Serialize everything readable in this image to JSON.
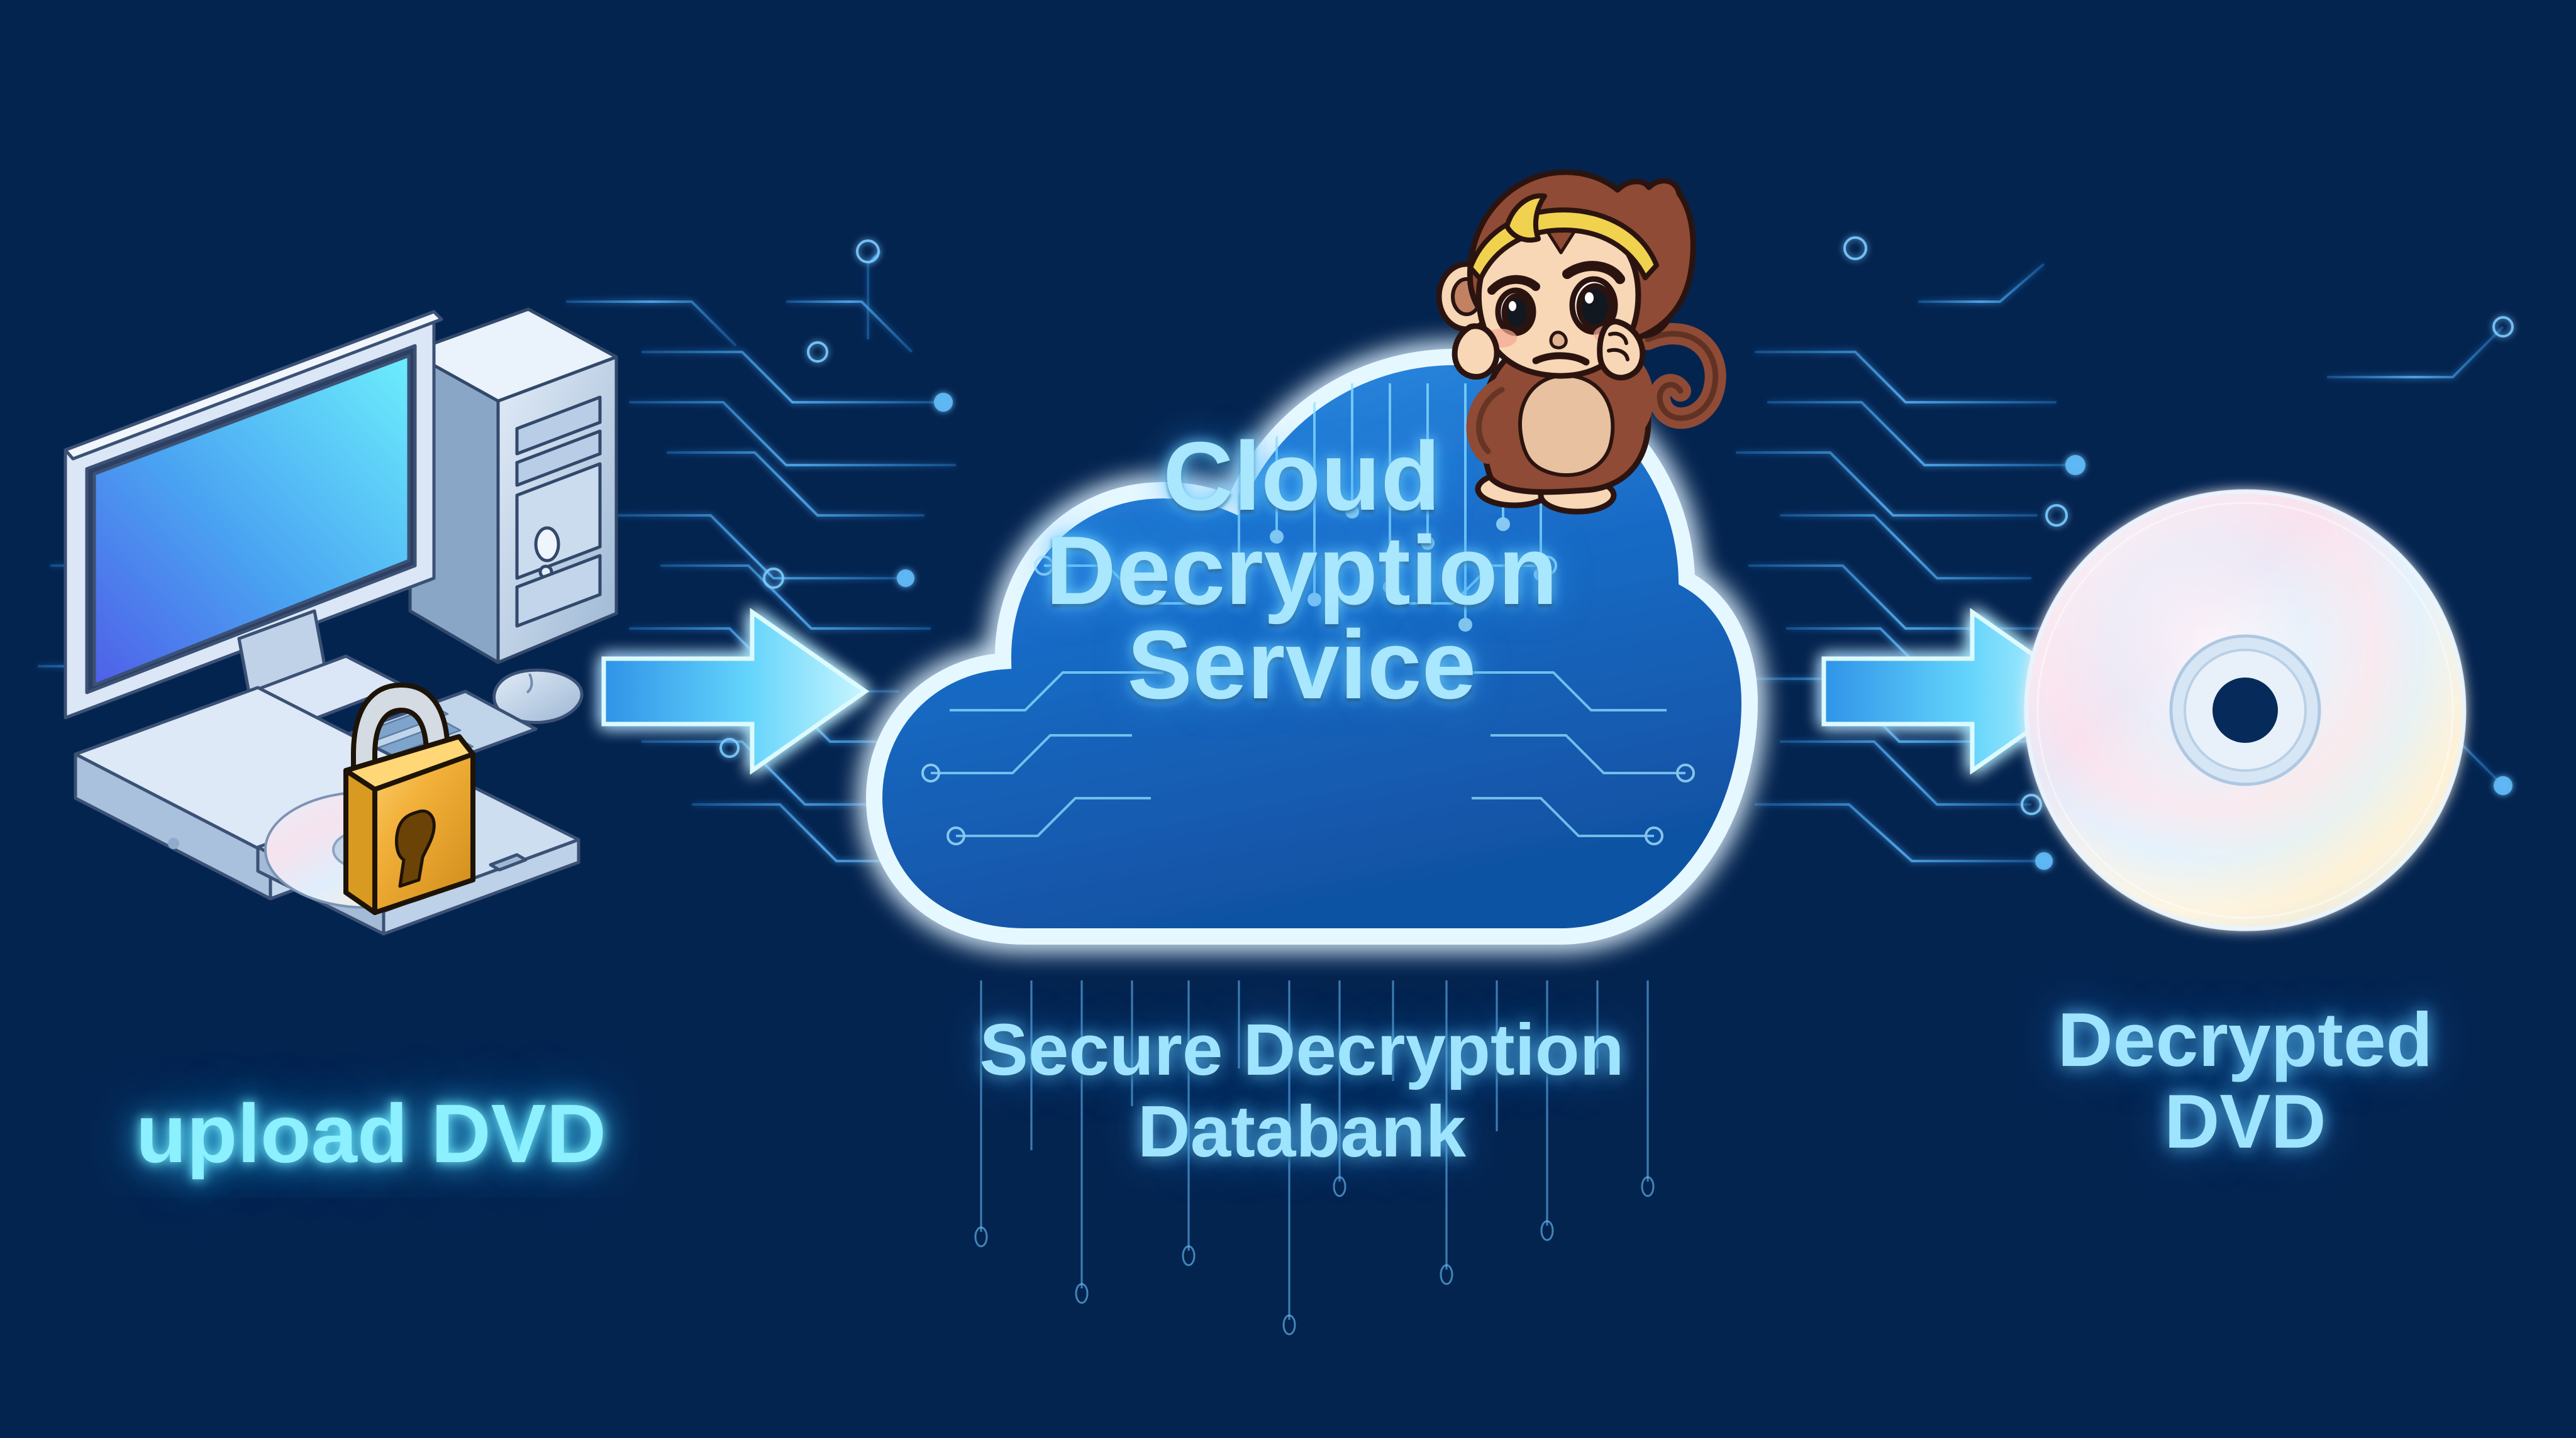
{
  "scene": {
    "title": "Cloud Decryption Service Flow Diagram",
    "background_color": "#042450",
    "accent_cyan": "#8cf0ff",
    "accent_blue": "#2aa7f0",
    "text_glow_color": "#a9e7ff"
  },
  "cloud": {
    "title_line1": "Cloud",
    "title_line2": "Decryption",
    "title_line3": "Service",
    "outline_color": "#d8f3ff",
    "fill_color": "#1766c4"
  },
  "captions": {
    "left": "upload DVD",
    "center_line1": "Secure Decryption",
    "center_line2": "Databank",
    "right_line1": "Decrypted",
    "right_line2": "DVD"
  },
  "icons": {
    "monitor": "monitor-icon",
    "tower": "computer-tower-icon",
    "keyboard": "keyboard-icon",
    "mouse": "mouse-icon",
    "optical_drive": "optical-drive-icon",
    "padlock": "padlock-icon",
    "disc_locked": "locked-dvd-disc-icon",
    "disc_decrypted": "decrypted-dvd-disc-icon",
    "arrow_left": "arrow-right-icon",
    "arrow_right": "arrow-right-icon",
    "monkey": "thinking-monkey-mascot",
    "crown": "golden-circlet-icon",
    "cloud": "cloud-shape-icon"
  },
  "colors": {
    "padlock_gold": "#f0b93c",
    "padlock_shackle": "#cfd6dd",
    "monkey_fur": "#8f4b35",
    "monkey_skin": "#f7d7b5",
    "crown_gold": "#f0d24e",
    "disc_silver": "#dfe9f2",
    "hardware_body": "#c6d7ea"
  },
  "chart_data": {
    "type": "flow",
    "title": "Cloud Decryption Service Flow Diagram",
    "nodes": [
      {
        "id": "upload",
        "label": "upload DVD",
        "x": 0.14,
        "y": 0.55
      },
      {
        "id": "cloud",
        "label": "Cloud Decryption Service",
        "sublabel": "Secure Decryption Databank",
        "x": 0.5,
        "y": 0.48
      },
      {
        "id": "output",
        "label": "Decrypted DVD",
        "x": 0.86,
        "y": 0.52
      }
    ],
    "edges": [
      {
        "from": "upload",
        "to": "cloud",
        "style": "glow-arrow"
      },
      {
        "from": "cloud",
        "to": "output",
        "style": "glow-arrow"
      }
    ]
  }
}
